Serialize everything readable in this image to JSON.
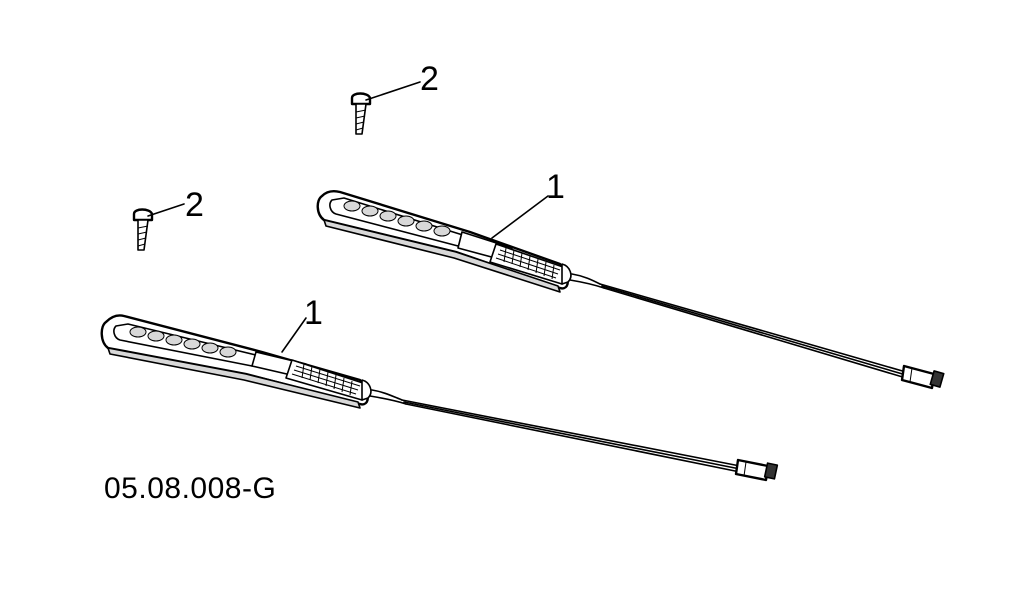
{
  "diagram": {
    "drawing_code": "05.08.008-G",
    "callouts": [
      {
        "id": "callout-1-upper",
        "label": "1"
      },
      {
        "id": "callout-1-lower",
        "label": "1"
      },
      {
        "id": "callout-2-upper",
        "label": "2"
      },
      {
        "id": "callout-2-lower",
        "label": "2"
      }
    ],
    "colors": {
      "line": "#000000",
      "background": "#ffffff"
    }
  }
}
